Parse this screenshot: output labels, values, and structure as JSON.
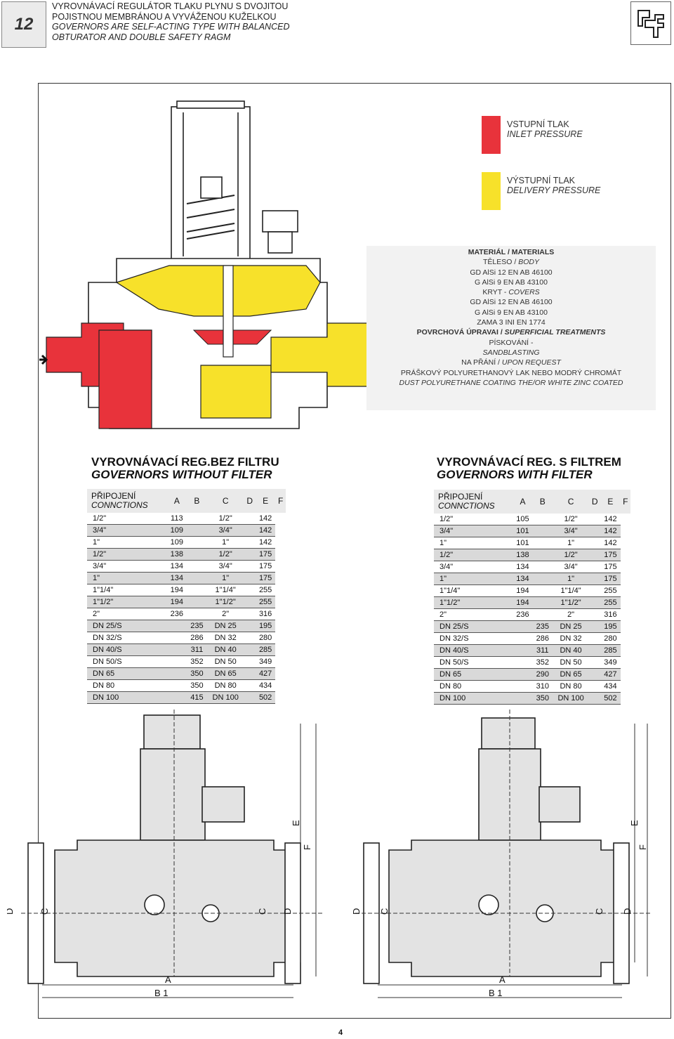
{
  "page": {
    "section_number": "12",
    "footer_page": "4"
  },
  "header": {
    "line1": "VYROVNÁVACÍ REGULÁTOR TLAKU PLYNU S DVOJITOU",
    "line2": "POJISTNOU MEMBRÁNOU A VYVÁŽENOU KUŽELKOU",
    "line3": "GOVERNORS ARE SELF-ACTING TYPE WITH BALANCED",
    "line4": "OBTURATOR AND DOUBLE SAFETY RAGM"
  },
  "legend": {
    "inlet_cz": "VSTUPNÍ TLAK",
    "inlet_en": "INLET PRESSURE",
    "inlet_color": "#e8333b",
    "delivery_cz": "VÝSTUPNÍ TLAK",
    "delivery_en": "DELIVERY PRESSURE",
    "delivery_color": "#f7e12a"
  },
  "materials": {
    "title": "MATERIÁL / MATERIALS",
    "body_label_cz": "TĚLESO / ",
    "body_label_en": "BODY",
    "body_1": "GD AlSi 12 EN AB 46100",
    "body_2": "G AlSi 9 EN AB 43100",
    "covers_label_cz": "KRYT - ",
    "covers_label_en": "COVERS",
    "covers_1": "GD AlSi 12 EN AB 46100",
    "covers_2": "G AlSi 9 EN AB 43100",
    "covers_3": "ZAMA 3 INI EN 1774",
    "treat_title_cz": "POVRCHOVÁ ÚPRAVAI / ",
    "treat_title_en": "SUPERFICIAL TREATMENTS",
    "sand_cz": "PÍSKOVÁNÍ -",
    "sand_en": "SANDBLASTING",
    "request_cz": "NA PŘÁNÍ / ",
    "request_en": "UPON REQUEST",
    "coat_cz": "PRÁŠKOVÝ POLYURETHANOVÝ LAK NEBO MODRÝ CHROMÁT",
    "coat_en": "DUST POLYURETHANE COATING THE/OR WHITE ZINC COATED"
  },
  "table_left": {
    "title_cz": "VYROVNÁVACÍ REG.BEZ FILTRU",
    "title_en": "GOVERNORS WITHOUT FILTER",
    "head_conn_cz": "PŘIPOJENÍ",
    "head_conn_en": "CONNCTIONS",
    "heads": [
      "A",
      "B",
      "C",
      "D",
      "E",
      "F"
    ],
    "rows": [
      [
        "1/2\"",
        "113",
        "",
        "1/2\"",
        "",
        "142"
      ],
      [
        "3/4\"",
        "109",
        "",
        "3/4\"",
        "",
        "142"
      ],
      [
        "1\"",
        "109",
        "",
        "1\"",
        "",
        "142"
      ],
      [
        "1/2\"",
        "138",
        "",
        "1/2\"",
        "",
        "175"
      ],
      [
        "3/4\"",
        "134",
        "",
        "3/4\"",
        "",
        "175"
      ],
      [
        "1\"",
        "134",
        "",
        "1\"",
        "",
        "175"
      ],
      [
        "1\"1/4\"",
        "194",
        "",
        "1\"1/4\"",
        "",
        "255"
      ],
      [
        "1\"1/2\"",
        "194",
        "",
        "1\"1/2\"",
        "",
        "255"
      ],
      [
        "2\"",
        "236",
        "",
        "2\"",
        "",
        "316"
      ],
      [
        "DN 25/S",
        "",
        "235",
        "DN 25",
        "",
        "195"
      ],
      [
        "DN 32/S",
        "",
        "286",
        "DN 32",
        "",
        "280"
      ],
      [
        "DN 40/S",
        "",
        "311",
        "DN 40",
        "",
        "285"
      ],
      [
        "DN 50/S",
        "",
        "352",
        "DN 50",
        "",
        "349"
      ],
      [
        "DN 65",
        "",
        "350",
        "DN 65",
        "",
        "427"
      ],
      [
        "DN 80",
        "",
        "350",
        "DN 80",
        "",
        "434"
      ],
      [
        "DN 100",
        "",
        "415",
        "DN 100",
        "",
        "502"
      ]
    ]
  },
  "table_right": {
    "title_cz": "VYROVNÁVACÍ REG. S FILTREM",
    "title_en": "GOVERNORS WITH FILTER",
    "head_conn_cz": "PŘIPOJENÍ",
    "head_conn_en": "CONNCTIONS",
    "heads": [
      "A",
      "B",
      "C",
      "D",
      "E",
      "F"
    ],
    "rows": [
      [
        "1/2\"",
        "105",
        "",
        "1/2\"",
        "",
        "142"
      ],
      [
        "3/4\"",
        "101",
        "",
        "3/4\"",
        "",
        "142"
      ],
      [
        "1\"",
        "101",
        "",
        "1\"",
        "",
        "142"
      ],
      [
        "1/2\"",
        "138",
        "",
        "1/2\"",
        "",
        "175"
      ],
      [
        "3/4\"",
        "134",
        "",
        "3/4\"",
        "",
        "175"
      ],
      [
        "1\"",
        "134",
        "",
        "1\"",
        "",
        "175"
      ],
      [
        "1\"1/4\"",
        "194",
        "",
        "1\"1/4\"",
        "",
        "255"
      ],
      [
        "1\"1/2\"",
        "194",
        "",
        "1\"1/2\"",
        "",
        "255"
      ],
      [
        "2\"",
        "236",
        "",
        "2\"",
        "",
        "316"
      ],
      [
        "DN 25/S",
        "",
        "235",
        "DN 25",
        "",
        "195"
      ],
      [
        "DN 32/S",
        "",
        "286",
        "DN 32",
        "",
        "280"
      ],
      [
        "DN 40/S",
        "",
        "311",
        "DN 40",
        "",
        "285"
      ],
      [
        "DN 50/S",
        "",
        "352",
        "DN 50",
        "",
        "349"
      ],
      [
        "DN 65",
        "",
        "290",
        "DN 65",
        "",
        "427"
      ],
      [
        "DN 80",
        "",
        "310",
        "DN 80",
        "",
        "434"
      ],
      [
        "DN 100",
        "",
        "350",
        "DN 100",
        "",
        "502"
      ]
    ]
  },
  "dim_labels": {
    "a": "A",
    "b1": "B 1",
    "c": "C",
    "d": "D",
    "e": "E",
    "f": "F"
  }
}
